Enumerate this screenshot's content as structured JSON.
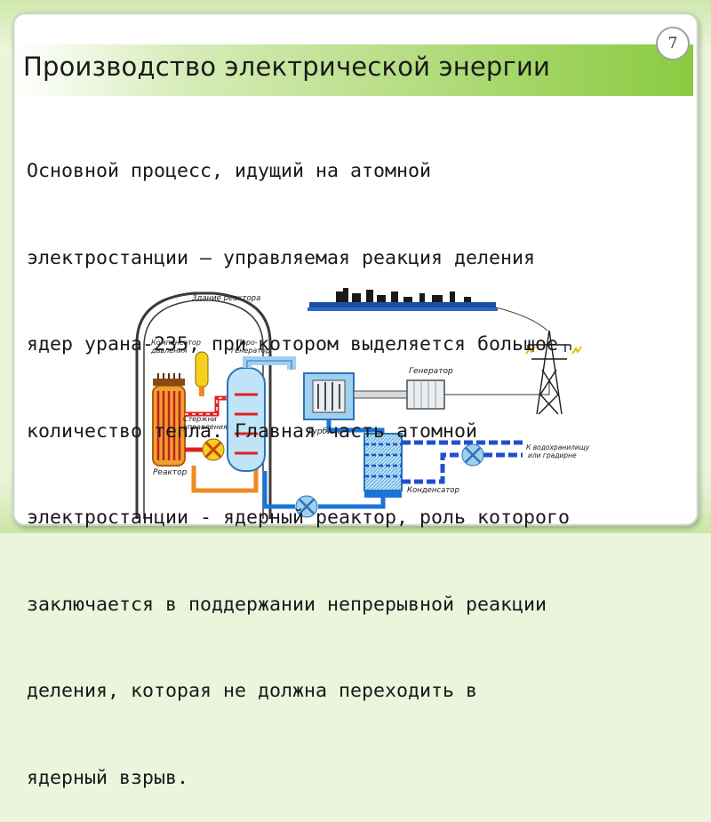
{
  "slide": {
    "page_number": "7",
    "title": "Производство электрической энергии",
    "body_lines": [
      "Основной процесс, идущий на атомной",
      "электростанции – управляемая реакция деления",
      "ядер урана-235, при котором выделяется большое",
      "количество тепла. Главная часть атомной",
      "электростанции - ядерный реактор, роль которого",
      "заключается в поддержании непрерывной реакции",
      "деления, которая не должна переходить в",
      "ядерный взрыв."
    ]
  },
  "diagram": {
    "labels": {
      "building": "Здание реактора",
      "compensator": "Компенсатор\nдавления",
      "steam_gen": "Паро-\nгенератор",
      "control_rods": "Стержни\nуправления",
      "reactor": "Реактор",
      "turbine": "Турбина",
      "generator": "Генератор",
      "condenser": "Конденсатор",
      "to_reservoir": "К водохранилищу\nили градирне"
    },
    "colors": {
      "hot_loop": "#e02020",
      "cold_loop": "#1a73d9",
      "steam": "#9fd0f0",
      "cooling": "#1f4fd1",
      "reactor_core": "#f0a030",
      "pressurizer": "#f5d020"
    }
  }
}
